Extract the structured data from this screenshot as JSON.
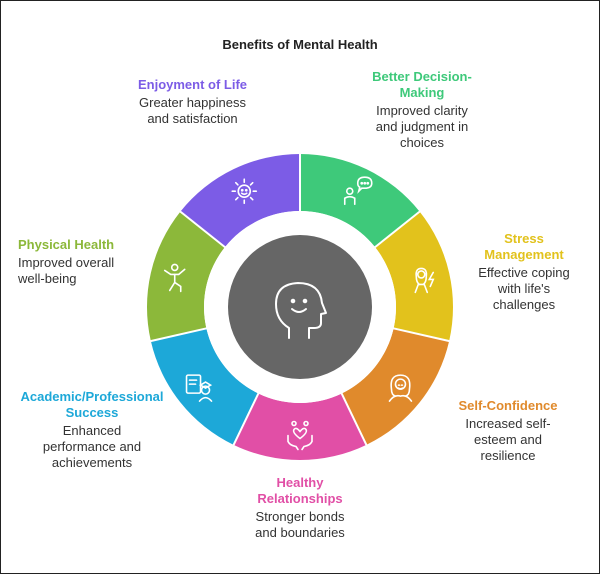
{
  "title": "Benefits of Mental Health",
  "center_icon": "head-smile-icon",
  "segments": [
    {
      "id": "enjoyment",
      "title": "Enjoyment of Life",
      "desc": "Greater happiness\nand satisfaction",
      "color": "#7c5ce6",
      "icon": "sun-icon"
    },
    {
      "id": "decision",
      "title": "Better Decision-\nMaking",
      "desc": "Improved clarity\nand judgment in\nchoices",
      "color": "#3ec97a",
      "icon": "thinking-person-icon"
    },
    {
      "id": "stress",
      "title": "Stress\nManagement",
      "desc": "Effective coping\nwith life's\nchallenges",
      "color": "#e2c21c",
      "icon": "woman-lightning-icon"
    },
    {
      "id": "confidence",
      "title": "Self-Confidence",
      "desc": "Increased self-\nesteem and\nresilience",
      "color": "#e08a2c",
      "icon": "confident-woman-icon"
    },
    {
      "id": "relationships",
      "title": "Healthy\nRelationships",
      "desc": "Stronger bonds\nand boundaries",
      "color": "#e14fa6",
      "icon": "hands-heart-icon"
    },
    {
      "id": "academic",
      "title": "Academic/Professional\nSuccess",
      "desc": "Enhanced\nperformance and\nachievements",
      "color": "#1da8d8",
      "icon": "graduate-certificate-icon"
    },
    {
      "id": "physical",
      "title": "Physical Health",
      "desc": "Improved overall\nwell-being",
      "color": "#8cb83a",
      "icon": "running-person-icon"
    }
  ]
}
